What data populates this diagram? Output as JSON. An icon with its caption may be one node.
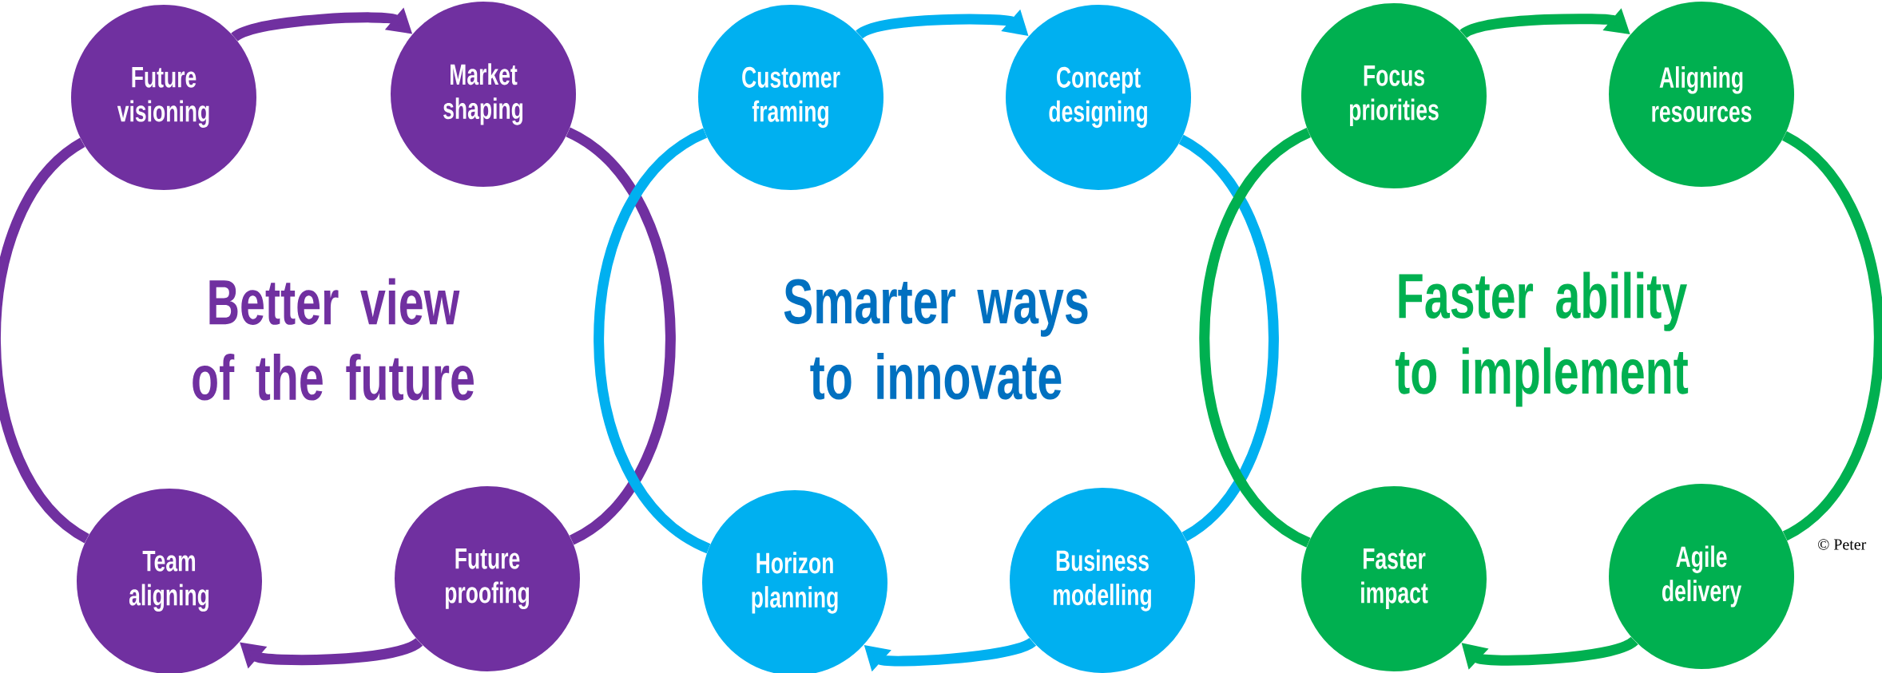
{
  "diagram": {
    "nodes": [
      {
        "text": [
          "Better view of the future"
        ]
      },
      {
        "text": [
          "Future visioning"
        ]
      },
      {
        "text": [
          "Market shaping"
        ]
      },
      {
        "text": [
          "Team aligning"
        ]
      },
      {
        "text": [
          "Future proofing"
        ]
      },
      {
        "text": [
          "Smarter ways to innovate"
        ]
      },
      {
        "text": [
          "Customer framing"
        ]
      },
      {
        "text": [
          "Concept designing"
        ]
      },
      {
        "text": [
          "Horizon planning"
        ]
      },
      {
        "text": [
          "Business modelling"
        ]
      },
      {
        "text": [
          "Faster ability to implement"
        ]
      },
      {
        "text": [
          "Focus priorities"
        ]
      },
      {
        "text": [
          "Aligning resources"
        ]
      },
      {
        "text": [
          "Faster impact"
        ]
      },
      {
        "text": [
          "Agile delivery"
        ]
      }
    ],
    "edges": [
      {
        "from": 1,
        "to": 2,
        "arrow": "to",
        "color": "#7030a0"
      },
      {
        "from": 2,
        "to": 4,
        "arrow": "none",
        "color": "#7030a0"
      },
      {
        "from": 4,
        "to": 3,
        "arrow": "to",
        "color": "#7030a0"
      },
      {
        "from": 3,
        "to": 1,
        "arrow": "none",
        "color": "#7030a0"
      },
      {
        "from": 6,
        "to": 7,
        "arrow": "to",
        "color": "#00b0f0"
      },
      {
        "from": 7,
        "to": 9,
        "arrow": "none",
        "color": "#00b0f0"
      },
      {
        "from": 9,
        "to": 8,
        "arrow": "to",
        "color": "#00b0f0"
      },
      {
        "from": 8,
        "to": 6,
        "arrow": "none",
        "color": "#00b0f0"
      },
      {
        "from": 11,
        "to": 12,
        "arrow": "to",
        "color": "#00b050"
      },
      {
        "from": 12,
        "to": 14,
        "arrow": "none",
        "color": "#00b050"
      },
      {
        "from": 14,
        "to": 13,
        "arrow": "to",
        "color": "#00b050"
      },
      {
        "from": 13,
        "to": 11,
        "arrow": "none",
        "color": "#00b050"
      }
    ],
    "labels": [
      "© Peter"
    ]
  }
}
